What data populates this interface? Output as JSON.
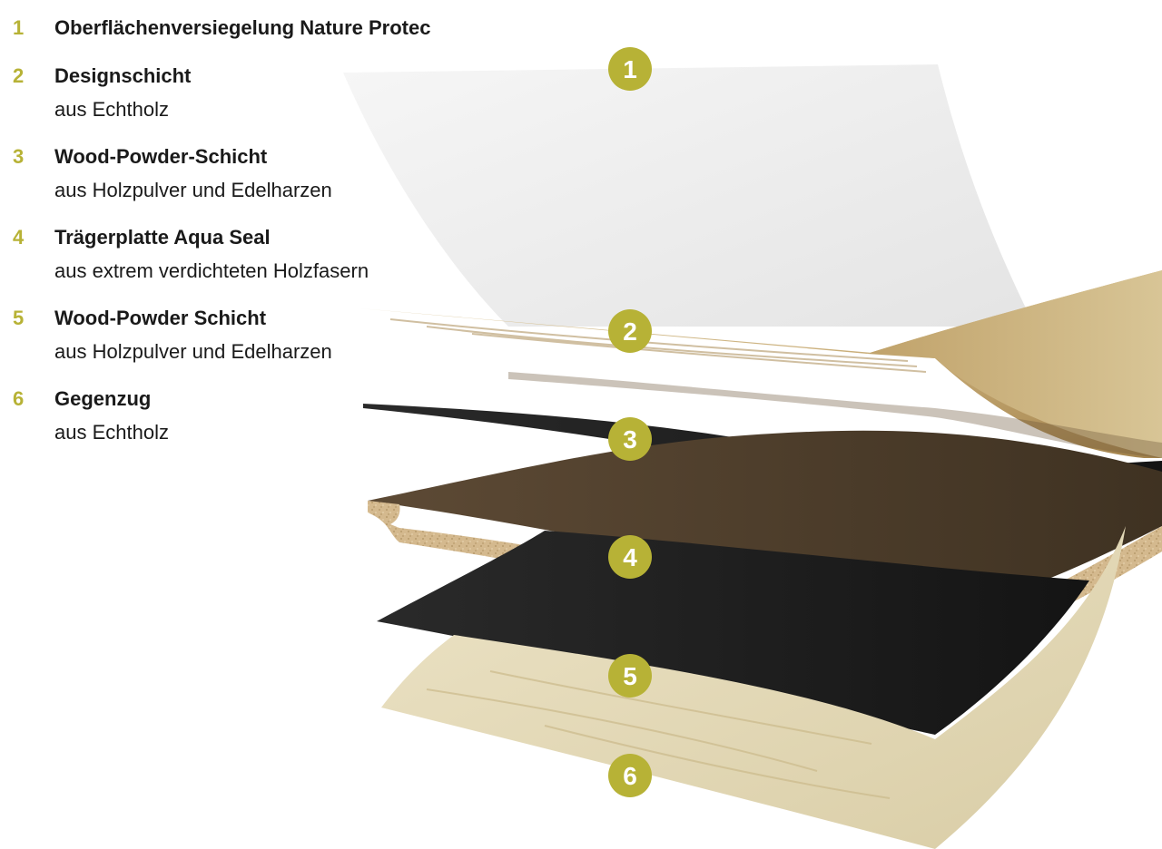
{
  "colors": {
    "accent": "#b7b236",
    "text": "#1a1a1a"
  },
  "legend": [
    {
      "num": "1",
      "title": "Oberflächenversiegelung Nature Protec",
      "subtitle": ""
    },
    {
      "num": "2",
      "title": "Designschicht",
      "subtitle": "aus Echtholz"
    },
    {
      "num": "3",
      "title": "Wood-Powder-Schicht",
      "subtitle": "aus Holzpulver und Edelharzen"
    },
    {
      "num": "4",
      "title": "Trägerplatte Aqua Seal",
      "subtitle": "aus extrem verdichteten Holzfasern"
    },
    {
      "num": "5",
      "title": "Wood-Powder Schicht",
      "subtitle": "aus Holzpulver und Edelharzen"
    },
    {
      "num": "6",
      "title": "Gegenzug",
      "subtitle": "aus Echtholz"
    }
  ],
  "badges": [
    "1",
    "2",
    "3",
    "4",
    "5",
    "6"
  ]
}
